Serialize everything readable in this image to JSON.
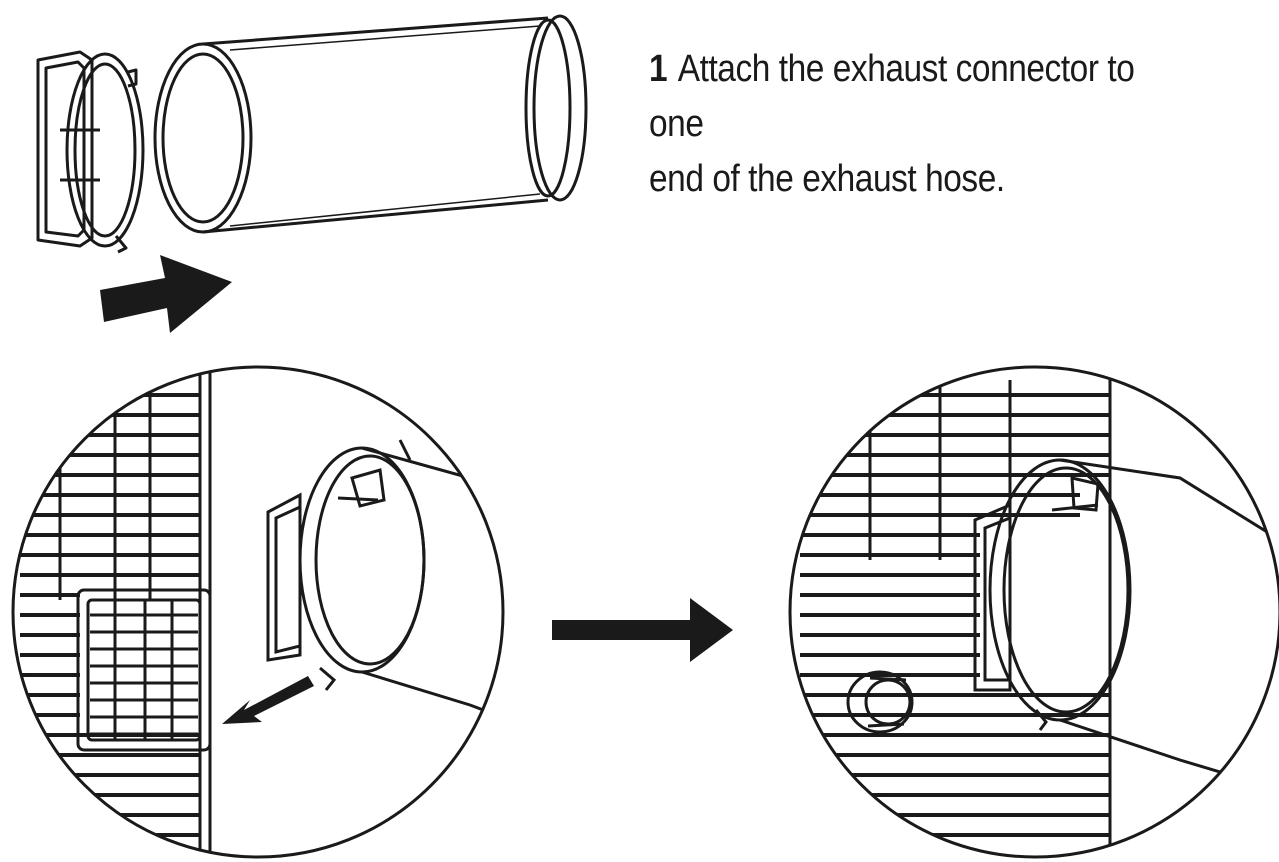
{
  "instruction": {
    "step_number": "1",
    "text_line1": "Attach the exhaust connector to one",
    "text_line2": "end of the exhaust hose."
  },
  "colors": {
    "ink": "#1a1a1a",
    "background": "#ffffff"
  },
  "icons": {
    "push_arrow": "thick-arrow-right-icon",
    "transition_arrow": "arrow-right-icon",
    "remove_arrow": "arrow-down-left-icon"
  }
}
